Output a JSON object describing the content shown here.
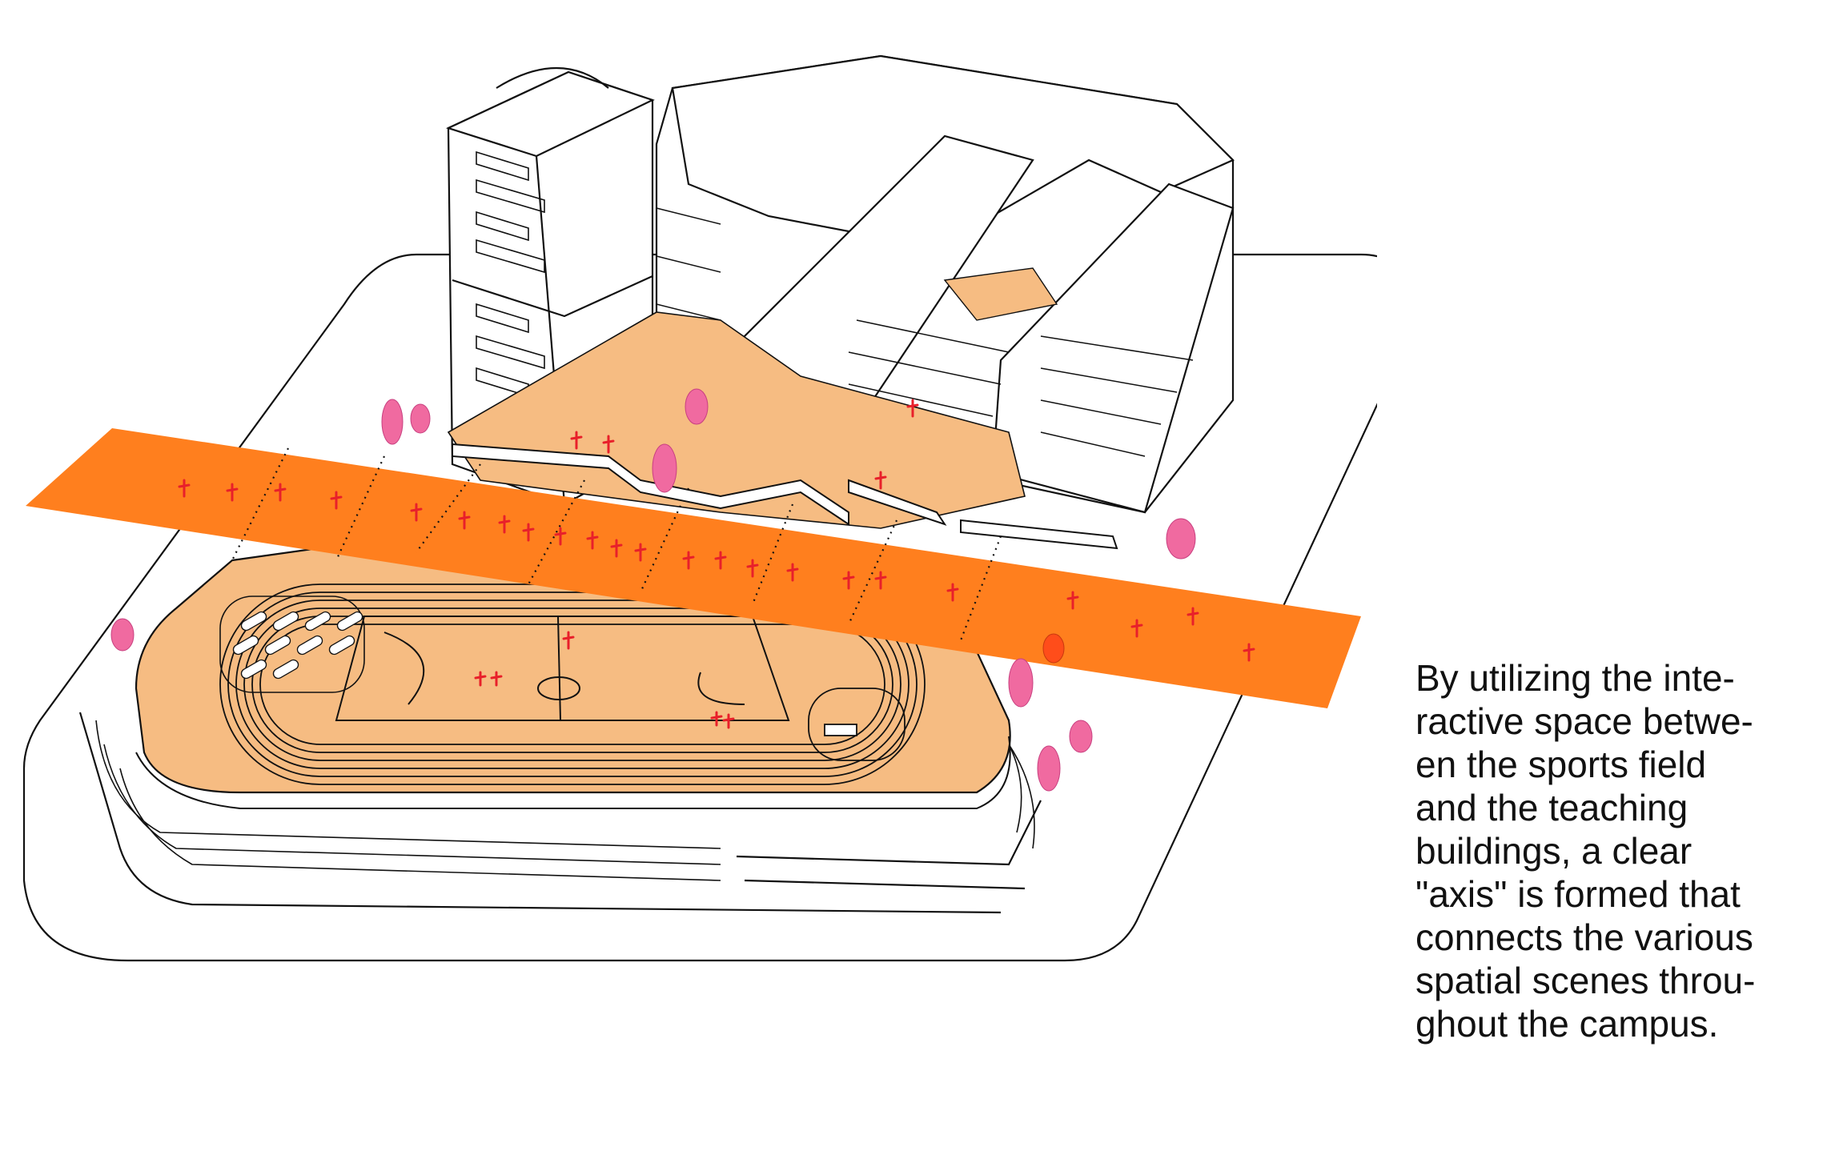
{
  "colors": {
    "axis_band": "#FF7F1E",
    "plaza_fill": "#F6BC82",
    "track_fill": "#F6BC82",
    "people": "#E8202A",
    "trees": "#F06AA0",
    "line": "#111111",
    "background": "#FFFFFF"
  },
  "caption": {
    "lines": [
      "By utilizing the inte-",
      "ractive space betwe-",
      "en the sports field",
      "and the teaching",
      "buildings, a clear",
      "\"axis\" is formed that",
      "connects the various",
      "spatial scenes throu-",
      "ghout the campus."
    ]
  }
}
